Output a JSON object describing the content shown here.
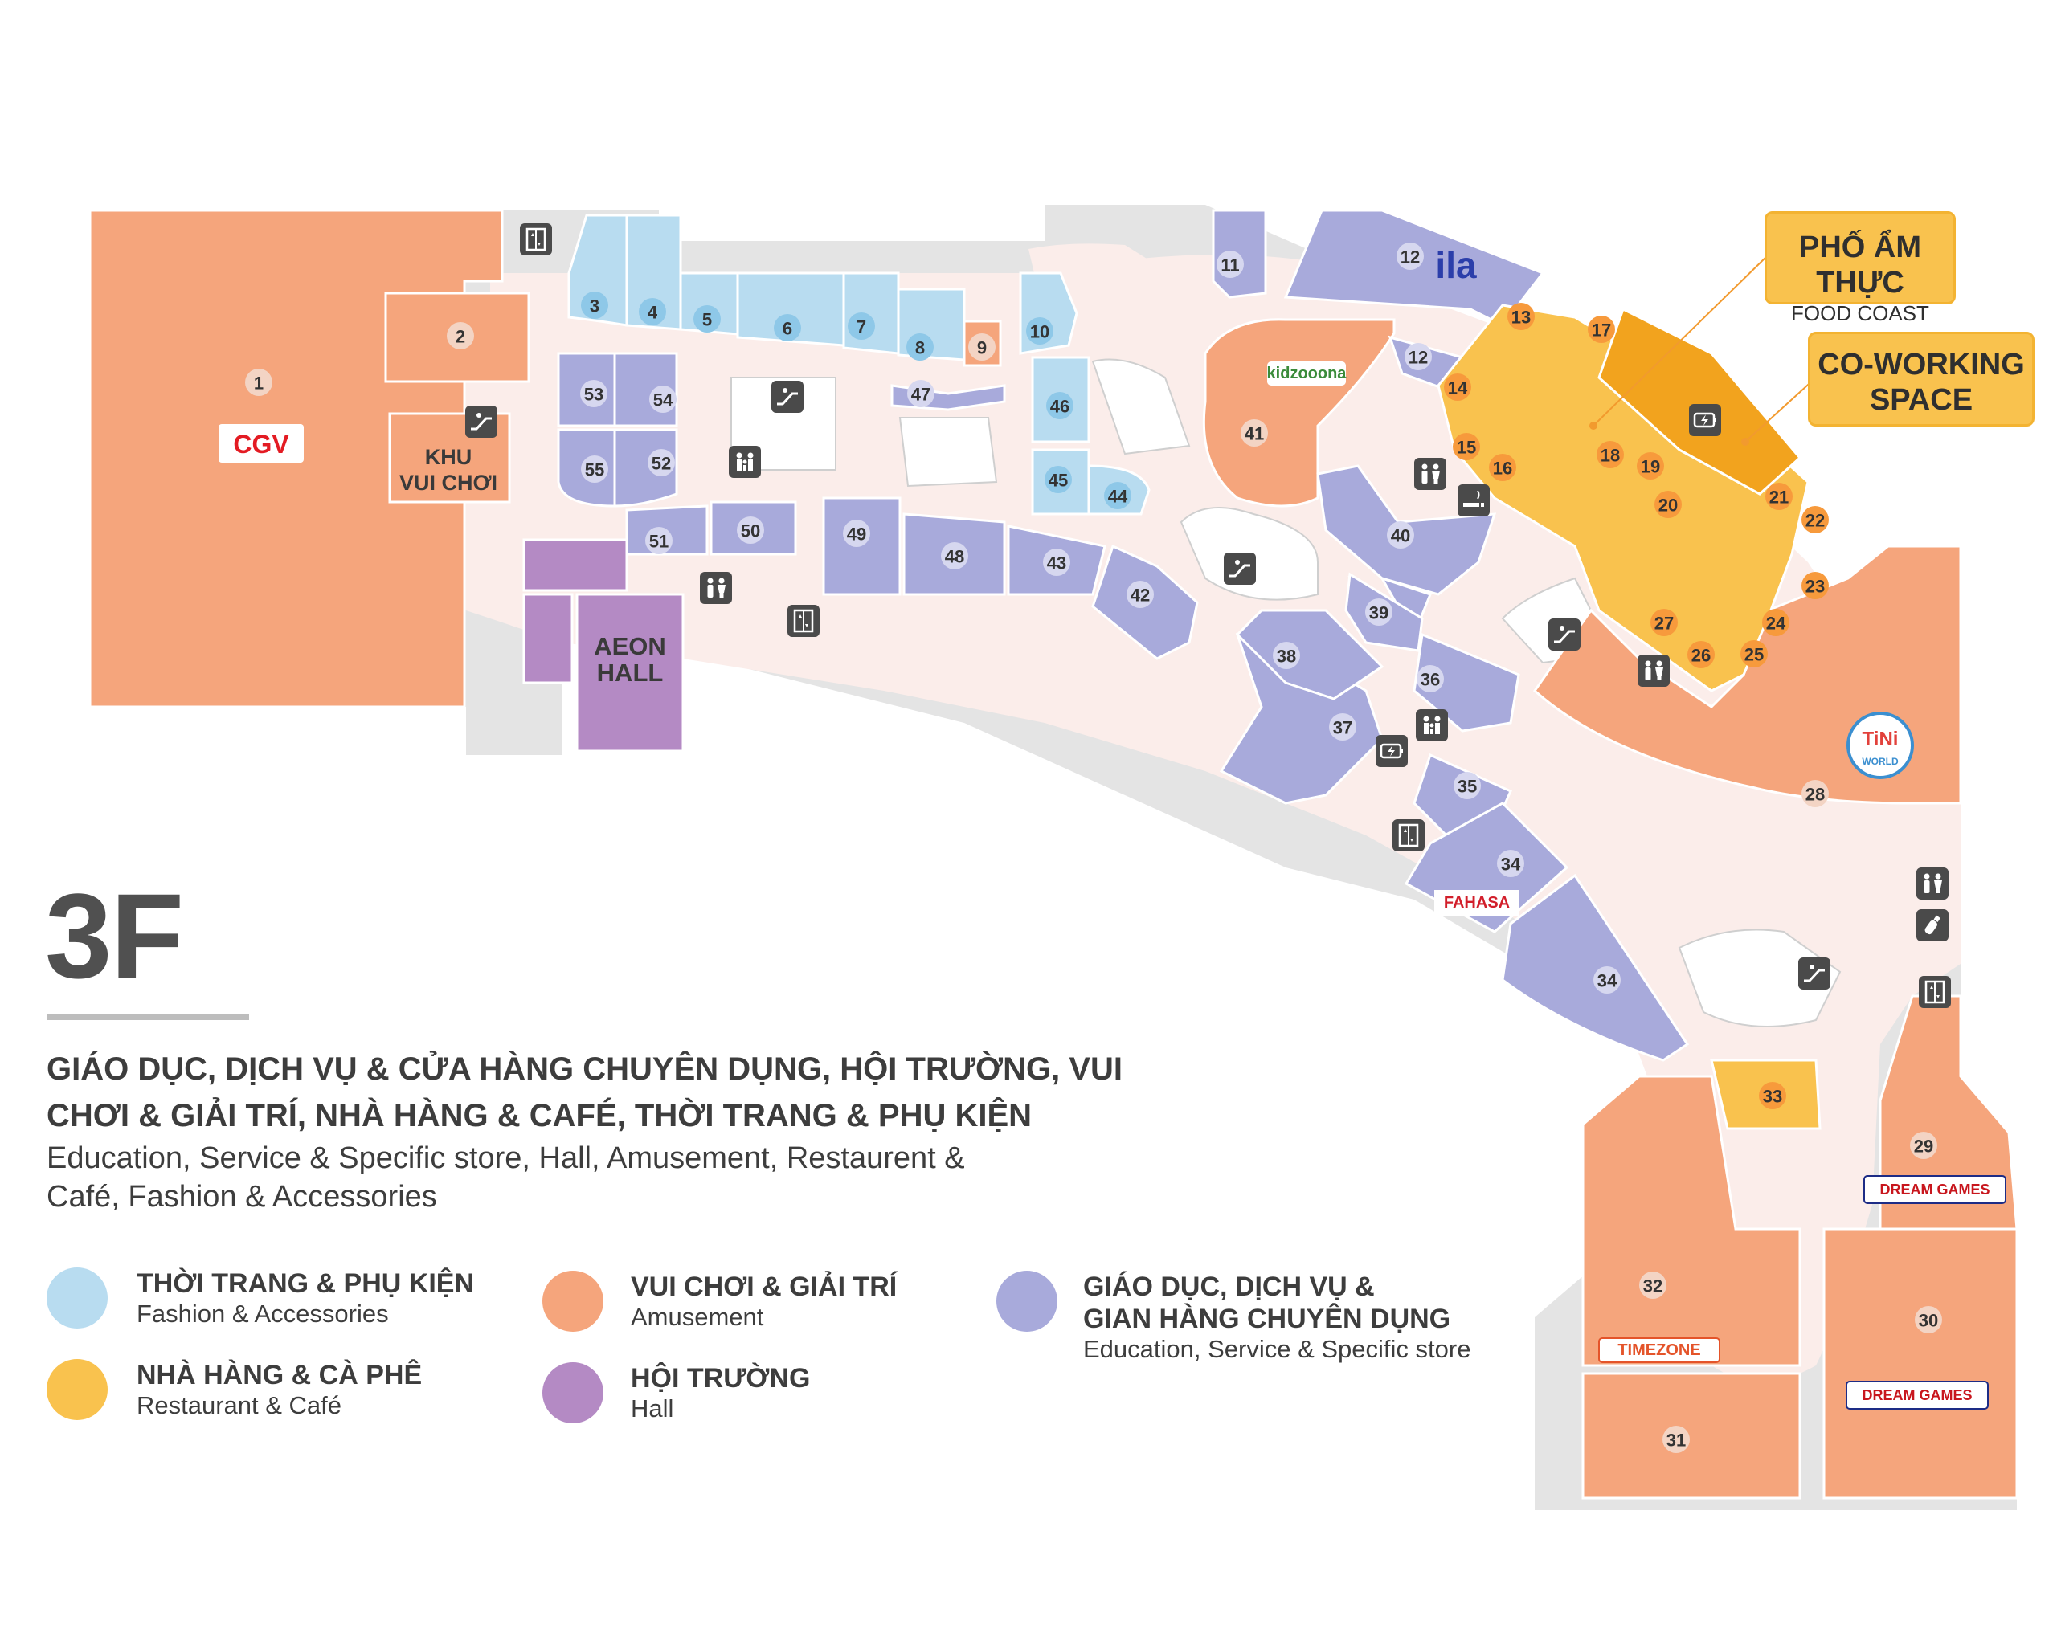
{
  "floor": "3F",
  "title_vi": "GIÁO DỤC, DỊCH VỤ & CỬA HÀNG CHUYÊN DỤNG, HỘI TRƯỜNG, VUI CHƠI & GIẢI TRÍ, NHÀ HÀNG & CAFÉ, THỜI TRANG & PHỤ KIỆN",
  "title_en": "Education, Service & Specific store, Hall, Amusement, Restaurent & Café, Fashion & Accessories",
  "callouts": {
    "food_coast": {
      "vi": "PHỐ ẨM THỰC",
      "en": "FOOD COAST"
    },
    "coworking": {
      "line1": "CO-WORKING",
      "line2": "SPACE"
    }
  },
  "zone_labels": {
    "khu_vui_choi_1": "KHU",
    "khu_vui_choi_2": "VUI CHƠI",
    "aeon_hall_1": "AEON",
    "aeon_hall_2": "HALL"
  },
  "logos": {
    "cgv": "CGV",
    "ila": "ila",
    "kidzoona": "kidzooona",
    "fahasa": "FAHASA",
    "tini": "TiNi",
    "tini_sub": "WORLD",
    "timezone": "TIMEZONE",
    "dreamgames": "DREAM GAMES"
  },
  "colors": {
    "fashion": "#B8DCF0",
    "amusement": "#F5A57C",
    "education": "#A8AADB",
    "restaurant": "#F9C24E",
    "coworking": "#F2A31E",
    "hall": "#B48AC4",
    "corridor": "#FBEDEA",
    "service_area": "#E4E4E4",
    "icon": "#4A4A4A"
  },
  "legend": [
    {
      "vi": "THỜI TRANG & PHỤ KIỆN",
      "en": "Fashion & Accessories",
      "color": "#B8DCF0"
    },
    {
      "vi": "VUI CHƠI & GIẢI TRÍ",
      "en": "Amusement",
      "color": "#F5A57C"
    },
    {
      "vi": "GIÁO DỤC, DỊCH VỤ &",
      "vi2": "GIAN HÀNG CHUYÊN DỤNG",
      "en": "Education, Service & Specific store",
      "color": "#A8AADB"
    },
    {
      "vi": "NHÀ HÀNG & CÀ PHÊ",
      "en": "Restaurant & Café",
      "color": "#F9C24E"
    },
    {
      "vi": "HỘI TRƯỜNG",
      "en": "Hall",
      "color": "#B48AC4"
    }
  ],
  "units": [
    {
      "id": "1",
      "category": "amusement"
    },
    {
      "id": "2",
      "category": "amusement"
    },
    {
      "id": "3",
      "category": "fashion"
    },
    {
      "id": "4",
      "category": "fashion"
    },
    {
      "id": "5",
      "category": "fashion"
    },
    {
      "id": "6",
      "category": "fashion"
    },
    {
      "id": "7",
      "category": "fashion"
    },
    {
      "id": "8",
      "category": "fashion"
    },
    {
      "id": "9",
      "category": "amusement"
    },
    {
      "id": "10",
      "category": "fashion"
    },
    {
      "id": "11",
      "category": "education"
    },
    {
      "id": "12",
      "category": "education"
    },
    {
      "id": "12",
      "category": "education"
    },
    {
      "id": "13",
      "category": "restaurant"
    },
    {
      "id": "14",
      "category": "restaurant"
    },
    {
      "id": "15",
      "category": "restaurant"
    },
    {
      "id": "16",
      "category": "restaurant"
    },
    {
      "id": "17",
      "category": "restaurant"
    },
    {
      "id": "18",
      "category": "restaurant"
    },
    {
      "id": "19",
      "category": "restaurant"
    },
    {
      "id": "20",
      "category": "restaurant"
    },
    {
      "id": "21",
      "category": "restaurant"
    },
    {
      "id": "22",
      "category": "restaurant"
    },
    {
      "id": "23",
      "category": "restaurant"
    },
    {
      "id": "24",
      "category": "restaurant"
    },
    {
      "id": "25",
      "category": "restaurant"
    },
    {
      "id": "26",
      "category": "restaurant"
    },
    {
      "id": "27",
      "category": "restaurant"
    },
    {
      "id": "28",
      "category": "amusement"
    },
    {
      "id": "29",
      "category": "amusement"
    },
    {
      "id": "30",
      "category": "amusement"
    },
    {
      "id": "31",
      "category": "amusement"
    },
    {
      "id": "32",
      "category": "amusement"
    },
    {
      "id": "33",
      "category": "restaurant"
    },
    {
      "id": "34",
      "category": "education"
    },
    {
      "id": "34",
      "category": "education"
    },
    {
      "id": "35",
      "category": "education"
    },
    {
      "id": "36",
      "category": "education"
    },
    {
      "id": "37",
      "category": "education"
    },
    {
      "id": "38",
      "category": "education"
    },
    {
      "id": "39",
      "category": "education"
    },
    {
      "id": "40",
      "category": "education"
    },
    {
      "id": "41",
      "category": "amusement"
    },
    {
      "id": "42",
      "category": "education"
    },
    {
      "id": "43",
      "category": "education"
    },
    {
      "id": "44",
      "category": "fashion"
    },
    {
      "id": "45",
      "category": "fashion"
    },
    {
      "id": "46",
      "category": "fashion"
    },
    {
      "id": "47",
      "category": "education"
    },
    {
      "id": "48",
      "category": "education"
    },
    {
      "id": "49",
      "category": "education"
    },
    {
      "id": "50",
      "category": "education"
    },
    {
      "id": "51",
      "category": "education"
    },
    {
      "id": "52",
      "category": "education"
    },
    {
      "id": "53",
      "category": "education"
    },
    {
      "id": "54",
      "category": "education"
    },
    {
      "id": "55",
      "category": "education"
    }
  ],
  "facility_icons": [
    "elevator-icon",
    "escalator-icon",
    "restroom-icon",
    "family-room-icon",
    "smoking-room-icon",
    "charging-station-icon",
    "baby-care-icon"
  ]
}
